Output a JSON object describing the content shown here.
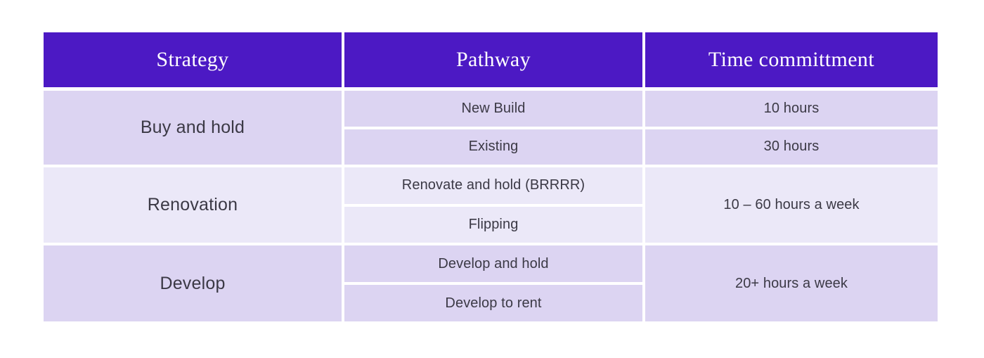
{
  "table": {
    "columns": [
      {
        "key": "strategy",
        "label": "Strategy"
      },
      {
        "key": "pathway",
        "label": "Pathway"
      },
      {
        "key": "time",
        "label": "Time committment"
      }
    ],
    "header_bg": "#4C19C4",
    "header_text_color": "#FFFFFF",
    "body_tone_dark": "#DCD4F2",
    "body_tone_light": "#EBE8F8",
    "body_text_color": "#3B3945",
    "rows": [
      {
        "strategy": "Buy and hold",
        "tone": "dark",
        "pathways": [
          {
            "pathway": "New Build",
            "time": "10 hours"
          },
          {
            "pathway": "Existing",
            "time": "30 hours"
          }
        ],
        "time_merged": false
      },
      {
        "strategy": "Renovation",
        "tone": "light",
        "pathways": [
          {
            "pathway": "Renovate and hold (BRRRR)",
            "time": ""
          },
          {
            "pathway": "Flipping",
            "time": ""
          }
        ],
        "time_merged": true,
        "time": "10 – 60 hours a week"
      },
      {
        "strategy": "Develop",
        "tone": "dark",
        "pathways": [
          {
            "pathway": "Develop and hold",
            "time": ""
          },
          {
            "pathway": "Develop to rent",
            "time": ""
          }
        ],
        "time_merged": true,
        "time": "20+ hours a week"
      }
    ]
  }
}
